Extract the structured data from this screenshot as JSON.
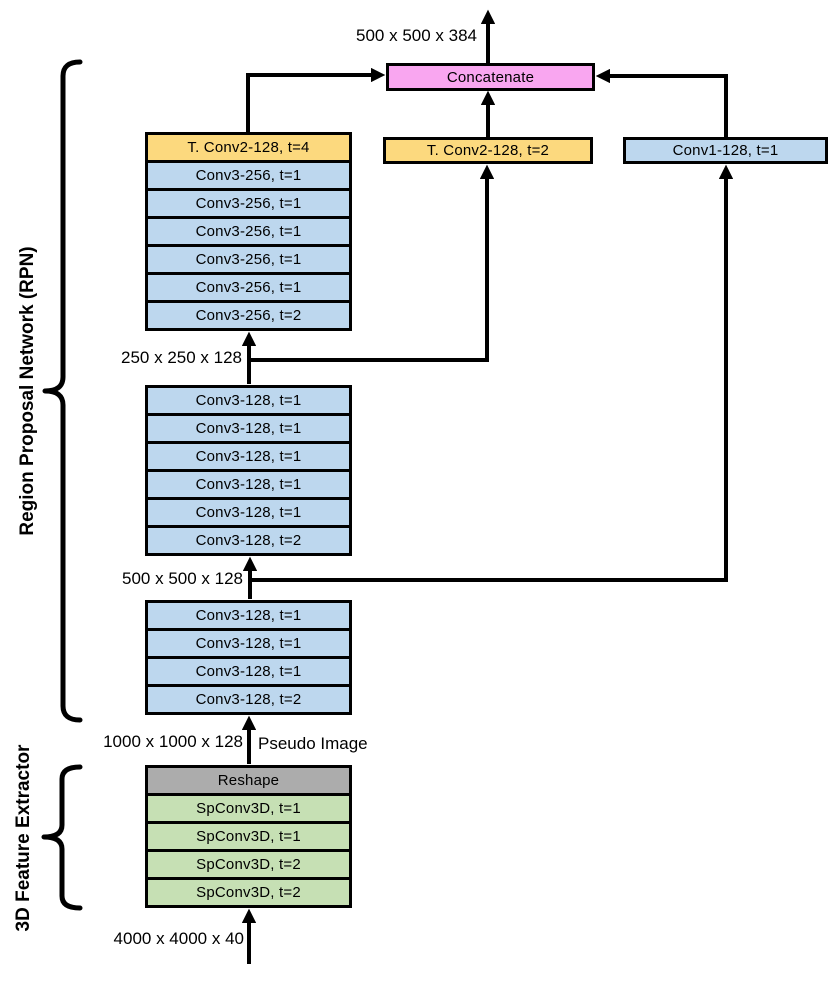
{
  "colors": {
    "yellow": "#FCD97E",
    "blue": "#BDD7EE",
    "green": "#C6E0B4",
    "gray": "#ACACAC",
    "pink": "#F9A6F0",
    "line": "#000000"
  },
  "side_labels": {
    "rpn": "Region Proposal Network (RPN)",
    "feature_extractor": "3D Feature Extractor"
  },
  "dims": {
    "output": "500 x 500 x 384",
    "after_upper_input": "250 x 250 x 128",
    "after_middle_input": "500 x 500 x 128",
    "pseudo_image_size": "1000 x 1000 x 128",
    "pseudo_image": "Pseudo Image",
    "input": "4000 x 4000 x 40"
  },
  "boxes": {
    "concatenate": "Concatenate",
    "tconv2_t2": "T. Conv2-128, t=2",
    "conv1_t1": "Conv1-128, t=1"
  },
  "stacks": {
    "rpn_upper": [
      {
        "label": "T. Conv2-128, t=4",
        "color": "yellow"
      },
      {
        "label": "Conv3-256, t=1",
        "color": "blue"
      },
      {
        "label": "Conv3-256, t=1",
        "color": "blue"
      },
      {
        "label": "Conv3-256, t=1",
        "color": "blue"
      },
      {
        "label": "Conv3-256, t=1",
        "color": "blue"
      },
      {
        "label": "Conv3-256, t=1",
        "color": "blue"
      },
      {
        "label": "Conv3-256, t=2",
        "color": "blue"
      }
    ],
    "rpn_middle": [
      {
        "label": "Conv3-128, t=1",
        "color": "blue"
      },
      {
        "label": "Conv3-128, t=1",
        "color": "blue"
      },
      {
        "label": "Conv3-128, t=1",
        "color": "blue"
      },
      {
        "label": "Conv3-128, t=1",
        "color": "blue"
      },
      {
        "label": "Conv3-128, t=1",
        "color": "blue"
      },
      {
        "label": "Conv3-128, t=2",
        "color": "blue"
      }
    ],
    "rpn_lower": [
      {
        "label": "Conv3-128, t=1",
        "color": "blue"
      },
      {
        "label": "Conv3-128, t=1",
        "color": "blue"
      },
      {
        "label": "Conv3-128, t=1",
        "color": "blue"
      },
      {
        "label": "Conv3-128, t=2",
        "color": "blue"
      }
    ],
    "feature_extractor": [
      {
        "label": "Reshape",
        "color": "gray"
      },
      {
        "label": "SpConv3D, t=1",
        "color": "green"
      },
      {
        "label": "SpConv3D, t=1",
        "color": "green"
      },
      {
        "label": "SpConv3D, t=2",
        "color": "green"
      },
      {
        "label": "SpConv3D, t=2",
        "color": "green"
      }
    ]
  }
}
